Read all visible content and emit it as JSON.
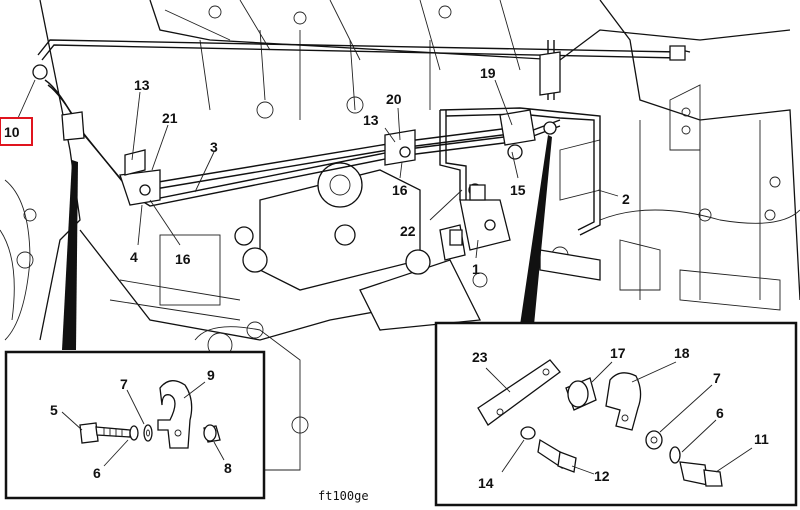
{
  "diagram": {
    "caption": "ft100ge",
    "highlighted_callout": "10",
    "main_callouts": [
      "13",
      "21",
      "3",
      "4",
      "16",
      "20",
      "13",
      "16",
      "19",
      "15",
      "22",
      "2",
      "1",
      "10"
    ],
    "detail_left_callouts": [
      "5",
      "7",
      "9",
      "6",
      "8"
    ],
    "detail_right_callouts": [
      "23",
      "17",
      "18",
      "7",
      "6",
      "11",
      "14",
      "12"
    ]
  }
}
